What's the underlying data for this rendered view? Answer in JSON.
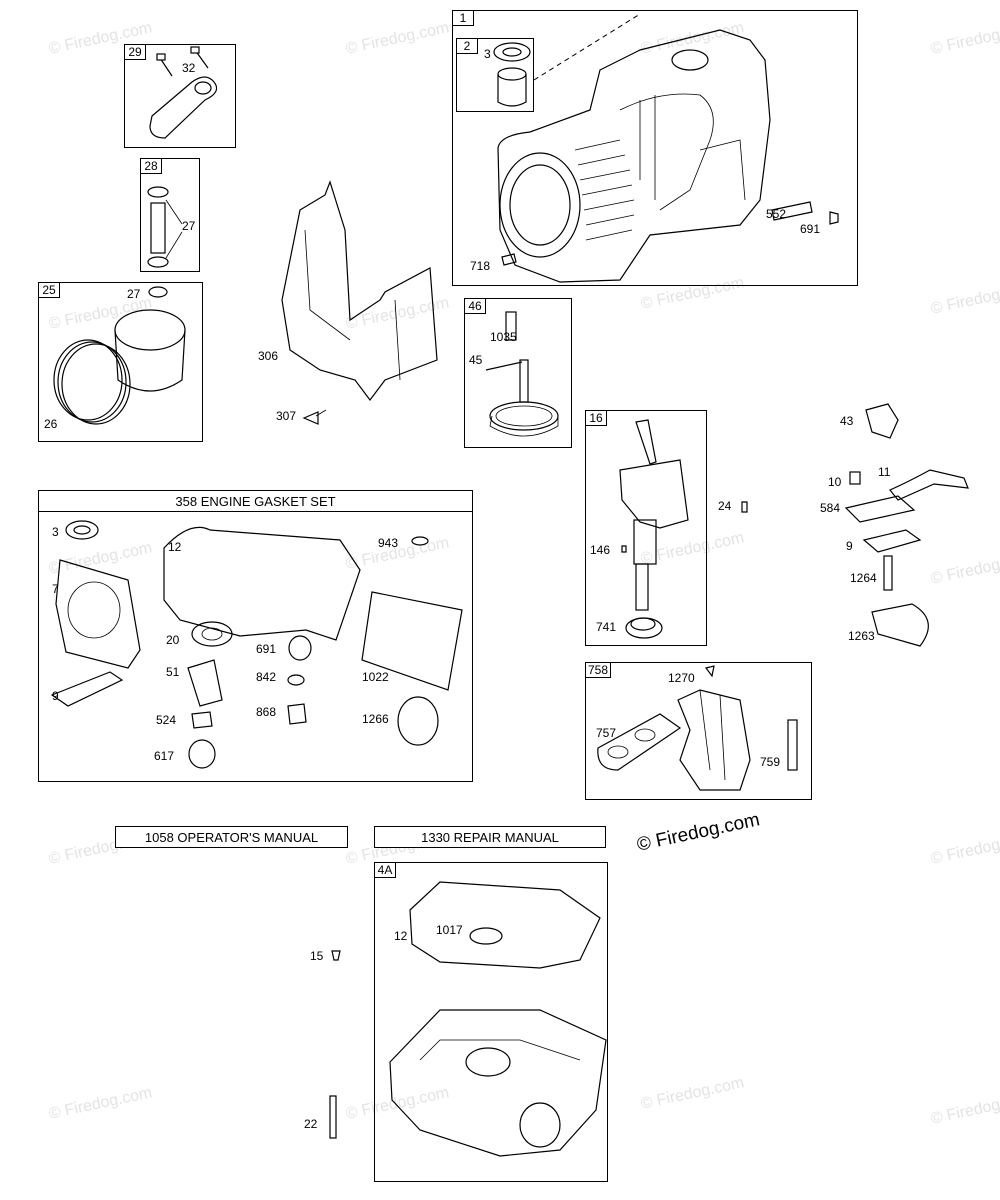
{
  "watermark": {
    "text": "© Firedog.com",
    "color": "#e3e3e3"
  },
  "brand_watermark": "© Firedog.com",
  "sections": {
    "gasket_set": "358 ENGINE GASKET SET",
    "operators_manual": "1058 OPERATOR'S MANUAL",
    "repair_manual": "1330 REPAIR MANUAL"
  },
  "boxes": {
    "b1": "1",
    "b2": "2",
    "b29": "29",
    "b28": "28",
    "b25": "25",
    "b46": "46",
    "b16": "16",
    "b758": "758",
    "b4a": "4A"
  },
  "labels": {
    "l3a": "3",
    "l32": "32",
    "l27a": "27",
    "l27b": "27",
    "l26": "26",
    "l306": "306",
    "l307": "307",
    "l552": "552",
    "l691a": "691",
    "l718": "718",
    "l1035": "1035",
    "l45": "45",
    "l43": "43",
    "l10": "10",
    "l11": "11",
    "l584": "584",
    "l9a": "9",
    "l1264": "1264",
    "l1263": "1263",
    "l24": "24",
    "l146": "146",
    "l741": "741",
    "l1270": "1270",
    "l757": "757",
    "l759": "759",
    "g3": "3",
    "g12": "12",
    "g943": "943",
    "g7": "7",
    "g20": "20",
    "g691": "691",
    "g51": "51",
    "g842": "842",
    "g1022": "1022",
    "g9": "9",
    "g524": "524",
    "g868": "868",
    "g1266": "1266",
    "g617": "617",
    "l12b": "12",
    "l1017": "1017",
    "l15": "15",
    "l22": "22"
  }
}
